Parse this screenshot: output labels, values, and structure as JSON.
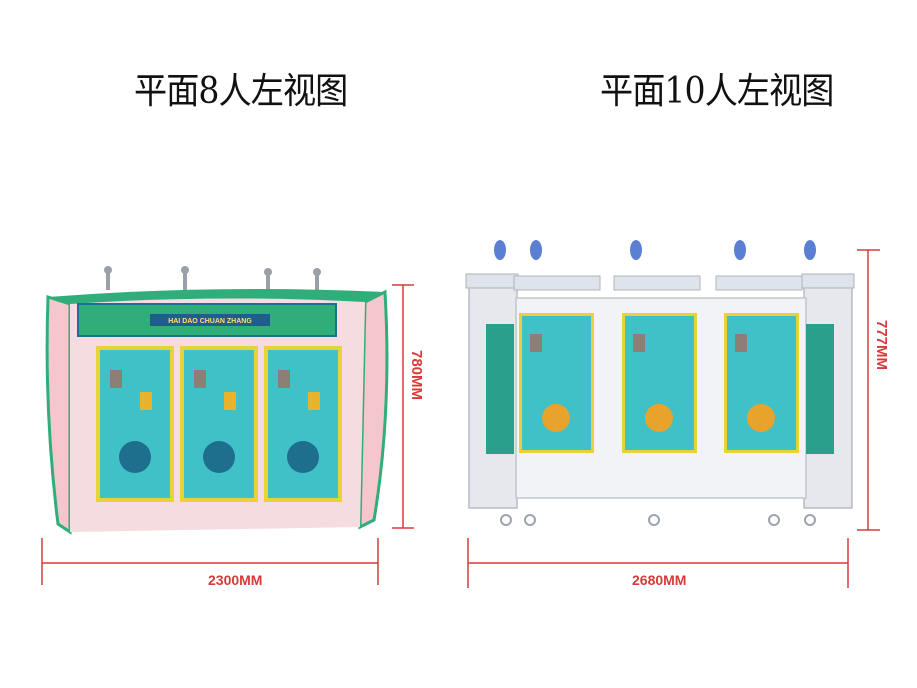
{
  "titles": {
    "left": "平面8人左视图",
    "right": "平面10人左视图"
  },
  "banner_text": "HAI DAO CHUAN ZHANG",
  "dimensions": {
    "left_width": "2300MM",
    "left_height": "780MM",
    "right_width": "2680MM",
    "right_height": "777MM"
  },
  "colors": {
    "dimension_line": "#d83a3a",
    "machine_green": "#2fae7a",
    "machine_panel": "#f3c7cc",
    "screen_teal": "#40c1c8",
    "frame_gray": "#e6e8ee"
  }
}
